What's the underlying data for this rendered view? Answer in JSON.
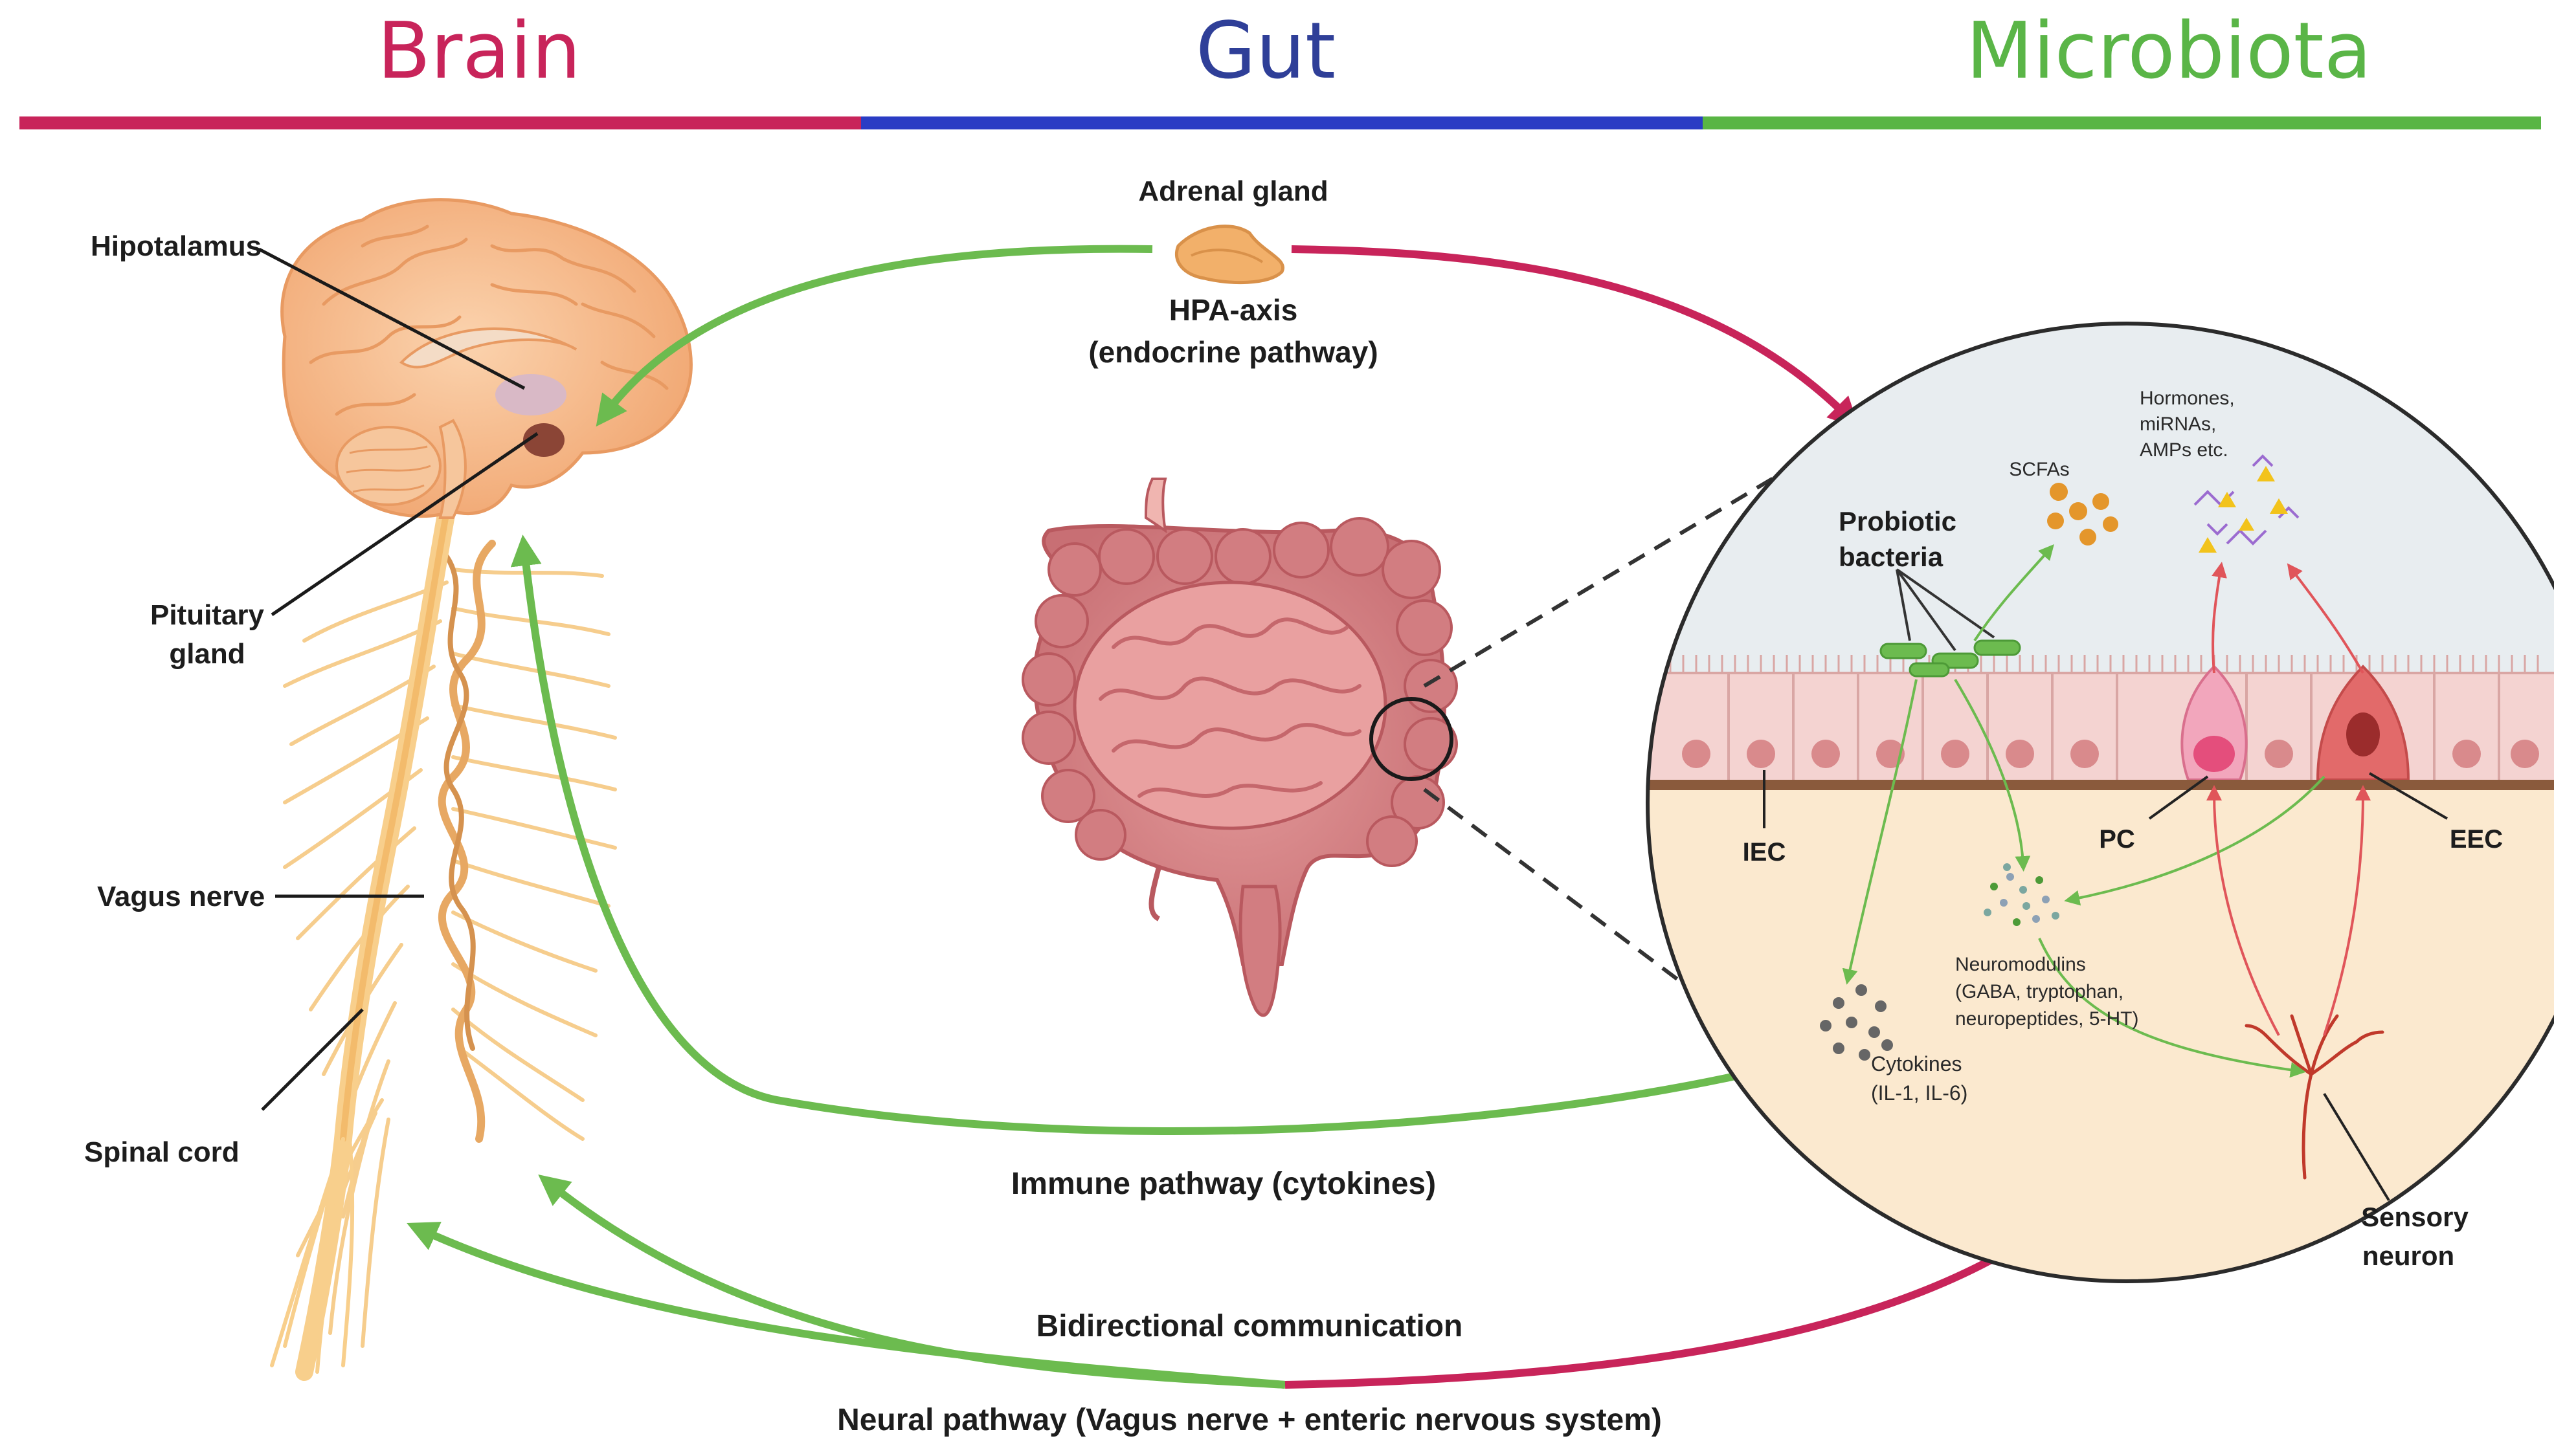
{
  "colors": {
    "brain": "#c8245a",
    "gut": "#2f3f98",
    "microbiota": "#5ab547",
    "brain_bar": "#c8245a",
    "gut_bar": "#2a3cc4",
    "microbiota_bar": "#59b544",
    "green_arrow": "#6cbb4f",
    "red_arrow": "#c8245a"
  },
  "header": {
    "brain": "Brain",
    "gut": "Gut",
    "microbiota": "Microbiota"
  },
  "brain_labels": {
    "hipotalamus": "Hipotalamus",
    "pituitary_1": "Pituitary",
    "pituitary_2": "gland",
    "vagus": "Vagus nerve",
    "spinal": "Spinal cord"
  },
  "pathways": {
    "adrenal": "Adrenal gland",
    "hpa_1": "HPA-axis",
    "hpa_2": "(endocrine pathway)",
    "immune": "Immune pathway (cytokines)",
    "bidirectional": "Bidirectional communication",
    "neural": "Neural pathway (Vagus nerve + enteric nervous system)"
  },
  "inset": {
    "scfas": "SCFAs",
    "hormones_1": "Hormones,",
    "hormones_2": "miRNAs,",
    "hormones_3": "AMPs etc.",
    "probiotic_1": "Probiotic",
    "probiotic_2": "bacteria",
    "iec": "IEC",
    "pc": "PC",
    "eec": "EEC",
    "neuromod_1": "Neuromodulins",
    "neuromod_2": "(GABA, tryptophan,",
    "neuromod_3": "neuropeptides, 5-HT)",
    "cytokines_1": "Cytokines",
    "cytokines_2": "(IL-1, IL-6)",
    "sensory_1": "Sensory",
    "sensory_2": "neuron"
  }
}
